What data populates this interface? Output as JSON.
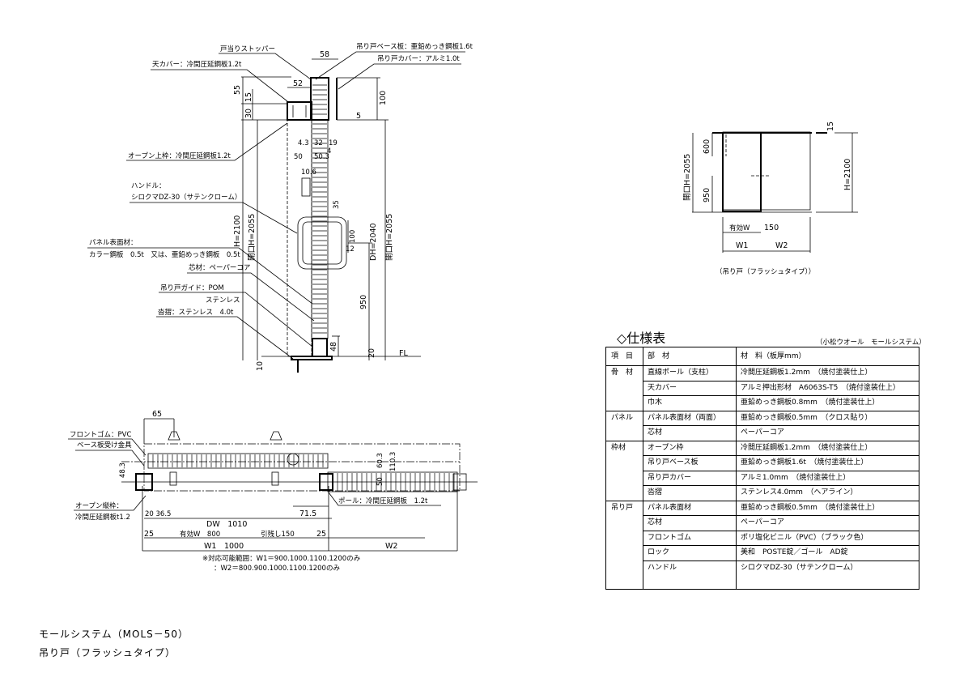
{
  "title": {
    "line1": "モールシステム（MOLS－50）",
    "line2": "吊り戸（フラッシュタイプ）"
  },
  "section_view": {
    "labels": {
      "stopper": "戸当りストッパー",
      "top_cover": "天カバー：冷間圧延鋼板1.2t",
      "base_plate": "吊り戸ベース板：亜鉛めっき鋼板1.6t",
      "door_cover": "吊り戸カバー：アルミ1.0t",
      "open_top_frame": "オープン上枠：冷間圧延鋼板1.2t",
      "handle_1": "ハンドル：",
      "handle_2": "シロクマDZ-30（サテンクローム）",
      "panel_1": "パネル表面材：",
      "panel_2": "カラー鋼板　0.5t　又は、亜鉛めっき鋼板　0.5t",
      "core": "芯材：ペーパーコア",
      "guide_1": "吊り戸ガイド：POM",
      "guide_2": "ステンレス",
      "threshold": "沓摺：ステンレス　4.0t",
      "fl": "FL"
    },
    "dims": {
      "d58": "58",
      "d52": "52",
      "d55": "55",
      "d15": "15",
      "d30": "30",
      "d100": "100",
      "d5": "5",
      "d4_3": "4.3",
      "d32": "32",
      "d19": "19",
      "d4": "4",
      "d50": "50",
      "d50_3": "50.3",
      "d10_6": "10.6",
      "d35": "35",
      "d100b": "100",
      "d12": "12",
      "h2100": "H=2100",
      "oh2055": "開口H=2055",
      "dh2040": "DH=2040",
      "oh2055r": "開口H=2055",
      "d950": "950",
      "d48": "48",
      "d20": "20",
      "d10": "10"
    }
  },
  "plan_view": {
    "labels": {
      "front_rubber": "フロントゴム：PVC",
      "base_bracket": "ベース板受け金具",
      "open_frame_1": "オープン縦枠：",
      "open_frame_2": "冷間圧延鋼板t1.2",
      "pole": "ポール：冷間圧延鋼板　1.2t"
    },
    "dims": {
      "d65": "65",
      "d48_3": "48.3",
      "d20_36_5": "20 36.5",
      "d71_5": "71.5",
      "dw": "DW　1010",
      "d25a": "25",
      "eff_w": "有効W　800",
      "pull": "引残し150",
      "d25b": "25",
      "w1": "W1　1000",
      "w2": "W2",
      "d60_3": "60.3",
      "d110_3": "110.3",
      "d50": "50"
    },
    "note_1": "※対応可能範囲：W1＝900.1000.1100.1200のみ",
    "note_2": "：W2＝800.900.1000.1100.1200のみ"
  },
  "elevation_view": {
    "d15": "15",
    "d600": "600",
    "d950": "950",
    "oh": "開口H=2055",
    "h": "H=2100",
    "eff_w": "有効W",
    "d150": "150",
    "w1": "W1",
    "w2": "W2",
    "caption": "（吊り戸（フラッシュタイプ））"
  },
  "spec_table": {
    "title": "◇仕様表",
    "subtitle": "（小松ウオール　モールシステム）",
    "headers": [
      "項　目",
      "部　材",
      "材　料（板厚mm）"
    ],
    "groups": [
      {
        "name": "骨　材",
        "rows": [
          [
            "直線ポール（支柱）",
            "冷間圧延鋼板1.2mm　（焼付塗装仕上）"
          ],
          [
            "天カバー",
            "アルミ押出形材　A6063S-T5　（焼付塗装仕上）"
          ],
          [
            "巾木",
            "亜鉛めっき鋼板0.8mm　（焼付塗装仕上）"
          ]
        ]
      },
      {
        "name": "パネル",
        "rows": [
          [
            "パネル表面材（両面）",
            "亜鉛めっき鋼板0.5mm　（クロス貼り）"
          ],
          [
            "芯材",
            "ペーパーコア"
          ]
        ]
      },
      {
        "name": "枠材",
        "rows": [
          [
            "オープン枠",
            "冷間圧延鋼板1.2mm　（焼付塗装仕上）"
          ],
          [
            "吊り戸ベース板",
            "亜鉛めっき鋼板1.6t　（焼付塗装仕上）"
          ],
          [
            "吊り戸カバー",
            "アルミ1.0mm　（焼付塗装仕上）"
          ],
          [
            "沓摺",
            "ステンレス4.0mm　（ヘアライン）"
          ]
        ]
      },
      {
        "name": "吊り戸",
        "rows": [
          [
            "パネル表面材",
            "亜鉛めっき鋼板0.5mm　（焼付塗装仕上）"
          ],
          [
            "芯材",
            "ペーパーコア"
          ],
          [
            "フロントゴム",
            "ポリ塩化ビニル（PVC）（ブラック色）"
          ],
          [
            "ロック",
            "美和　POSTE錠／ゴール　AD錠"
          ],
          [
            "ハンドル",
            "シロクマDZ-30（サテンクローム）"
          ]
        ]
      }
    ]
  }
}
